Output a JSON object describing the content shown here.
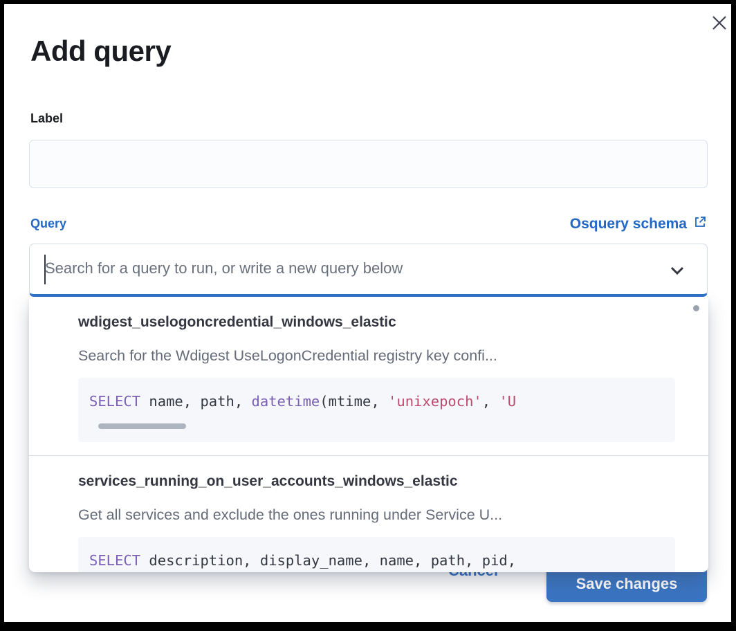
{
  "modal": {
    "title": "Add query"
  },
  "form": {
    "label_field": {
      "label": "Label",
      "value": ""
    },
    "query_field": {
      "label": "Query",
      "schema_link_label": "Osquery schema",
      "combobox_value": "",
      "combobox_placeholder": "Search for a query to run, or write a new query below"
    }
  },
  "dropdown": {
    "options": [
      {
        "title": "wdigest_uselogoncredential_windows_elastic",
        "description": "Search for the Wdigest UseLogonCredential registry key confi...",
        "sql": [
          {
            "t": "SELECT",
            "c": "keyword"
          },
          {
            "t": " name, path, ",
            "c": "plain"
          },
          {
            "t": "datetime",
            "c": "keyword"
          },
          {
            "t": "(mtime, ",
            "c": "plain"
          },
          {
            "t": "'unixepoch'",
            "c": "string"
          },
          {
            "t": ", ",
            "c": "plain"
          },
          {
            "t": "'U",
            "c": "string"
          }
        ]
      },
      {
        "title": "services_running_on_user_accounts_windows_elastic",
        "description": "Get all services and exclude the ones running under Service U...",
        "sql": [
          {
            "t": "SELECT",
            "c": "keyword"
          },
          {
            "t": " description, display_name, name, path, pid,",
            "c": "plain"
          }
        ]
      }
    ]
  },
  "footer": {
    "cancel_label": "Cancel",
    "save_label": "Save changes"
  },
  "colors": {
    "accent_blue": "#2268c4",
    "focus_underline_blue": "#2e6fc7",
    "save_button_blue": "#3a74c2",
    "code_keyword_purple": "#7a5fb5",
    "code_string_red": "#bd4a6e",
    "title_text": "#1a1c21",
    "body_text": "#343741",
    "muted_text": "#69707d",
    "border_gray": "#d3dae6",
    "code_background": "#f5f7fa"
  }
}
